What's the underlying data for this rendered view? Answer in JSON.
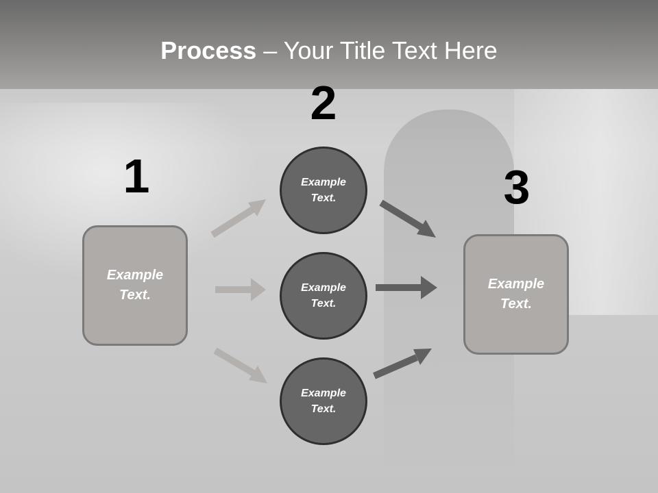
{
  "slide": {
    "title_bold": "Process",
    "title_rest": " – Your Title Text Here"
  },
  "steps": {
    "step1": {
      "number": "1",
      "text": "Example Text."
    },
    "step2": {
      "number": "2",
      "circles": [
        {
          "text": "Example Text."
        },
        {
          "text": "Example Text."
        },
        {
          "text": "Example Text."
        }
      ]
    },
    "step3": {
      "number": "3",
      "text": "Example Text."
    }
  },
  "colors": {
    "box_fill": "#aeaba8",
    "circle_fill": "#666666",
    "arrow_light": "#b3b0ad",
    "arrow_dark": "#606060"
  }
}
